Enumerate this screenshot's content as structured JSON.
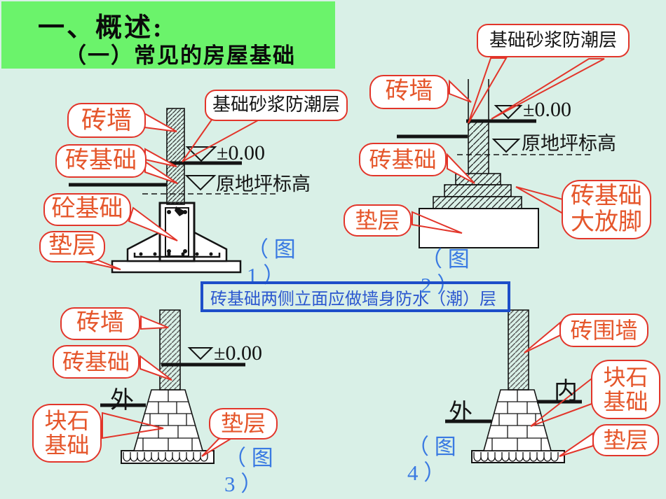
{
  "colors": {
    "background": "#d9f0e7",
    "banner_green": "#6bf36b",
    "callout_border_red": "#e2352a",
    "callout_text_red": "#e5562b",
    "figure_label_blue": "#3a7ae2",
    "caption_blue": "#2b57cf",
    "caption_border_blue": "#1d4ec9",
    "line_black": "#141414"
  },
  "header": {
    "title_line1": "一、概述:",
    "title_line2": "（一）常见的房屋基础"
  },
  "caption_box": {
    "text": "砖基础两侧立面应做墙身防水（潮）层"
  },
  "fig1": {
    "labels": {
      "brick_wall": "砖墙",
      "brick_foundation": "砖基础",
      "concrete_foundation": "砼基础",
      "cushion_layer": "垫层",
      "dampproof_course": "基础砂浆防潮层"
    },
    "elevation": "±0.00",
    "ground_level": "原地坪标高",
    "caption_line1": "（ 图",
    "caption_line2": "1 ）"
  },
  "fig2": {
    "labels": {
      "dampproof_course": "基础砂浆防潮层",
      "brick_wall": "砖墙",
      "brick_foundation": "砖基础",
      "cushion_layer": "垫层",
      "stepped_footing_line1": "砖基础",
      "stepped_footing_line2": "大放脚"
    },
    "elevation": "±0.00",
    "ground_level": "原地坪标高",
    "caption_line1": "（ 图",
    "caption_line2": "2 ）"
  },
  "fig3": {
    "labels": {
      "brick_wall": "砖墙",
      "brick_foundation": "砖基础",
      "stone_foundation_line1": "块石",
      "stone_foundation_line2": "基础",
      "cushion_layer": "垫层"
    },
    "elevation": "±0.00",
    "outside": "外",
    "caption_line1": "（ 图",
    "caption_line2": "3 ）"
  },
  "fig4": {
    "labels": {
      "brick_enclosure_wall": "砖围墙",
      "stone_foundation_line1": "块石",
      "stone_foundation_line2": "基础",
      "cushion_layer": "垫层"
    },
    "inside": "内",
    "outside": "外",
    "caption_line1": "（ 图",
    "caption_line2": "4 ）"
  }
}
